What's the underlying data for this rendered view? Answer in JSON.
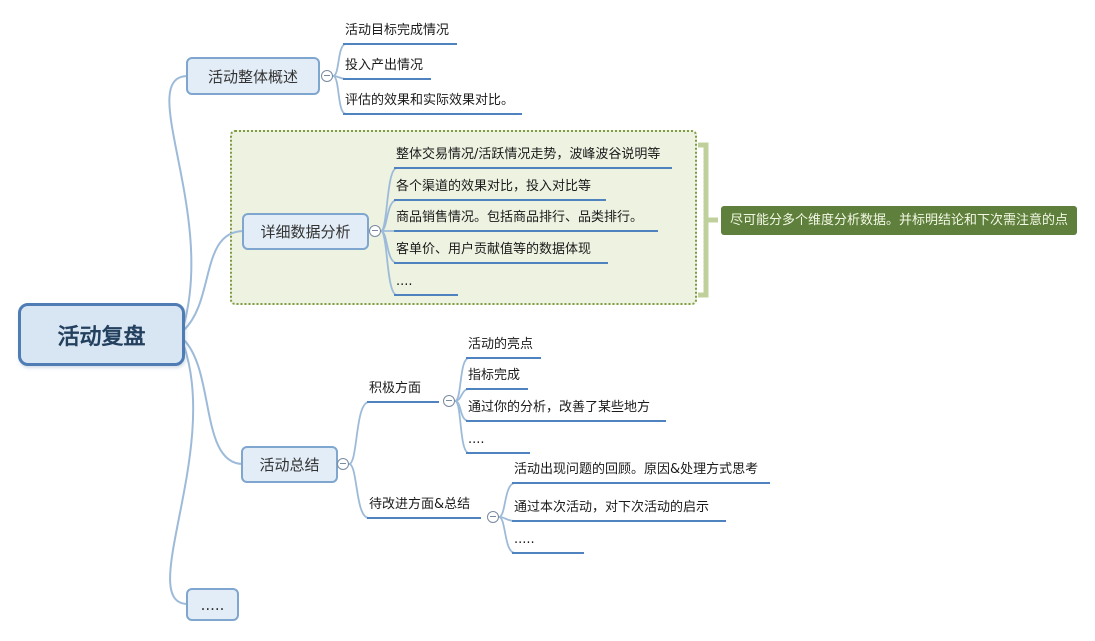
{
  "root": {
    "label": "活动复盘"
  },
  "branches": [
    {
      "label": "活动整体概述",
      "children": [
        {
          "label": "活动目标完成情况"
        },
        {
          "label": "投入产出情况"
        },
        {
          "label": "评估的效果和实际效果对比。"
        }
      ]
    },
    {
      "label": "详细数据分析",
      "children": [
        {
          "label": "整体交易情况/活跃情况走势，波峰波谷说明等"
        },
        {
          "label": "各个渠道的效果对比，投入对比等"
        },
        {
          "label": "商品销售情况。包括商品排行、品类排行。"
        },
        {
          "label": "客单价、用户贡献值等的数据体现"
        },
        {
          "label": "...."
        }
      ],
      "note": "尽可能分多个维度分析数据。并标明结论和下次需注意的点"
    },
    {
      "label": "活动总结",
      "children": [
        {
          "label": "积极方面",
          "children": [
            {
              "label": "活动的亮点"
            },
            {
              "label": "指标完成"
            },
            {
              "label": "通过你的分析，改善了某些地方"
            },
            {
              "label": "...."
            }
          ]
        },
        {
          "label": "待改进方面&总结",
          "children": [
            {
              "label": "活动出现问题的回顾。原因&处理方式思考"
            },
            {
              "label": "通过本次活动，对下次活动的启示"
            },
            {
              "label": "....."
            }
          ]
        }
      ]
    },
    {
      "label": "....."
    }
  ],
  "colors": {
    "branch_line": "#9dbbd9",
    "node_border": "#7ea6cf",
    "root_border": "#4f7cb4",
    "underline": "#4f83c0",
    "boundary_border": "#7f9c44",
    "boundary_fill": "#edf2e1",
    "callout_bg": "#5f7f3c",
    "callout_text": "#f3f8e4",
    "summary_bracket": "#c0d09c"
  }
}
